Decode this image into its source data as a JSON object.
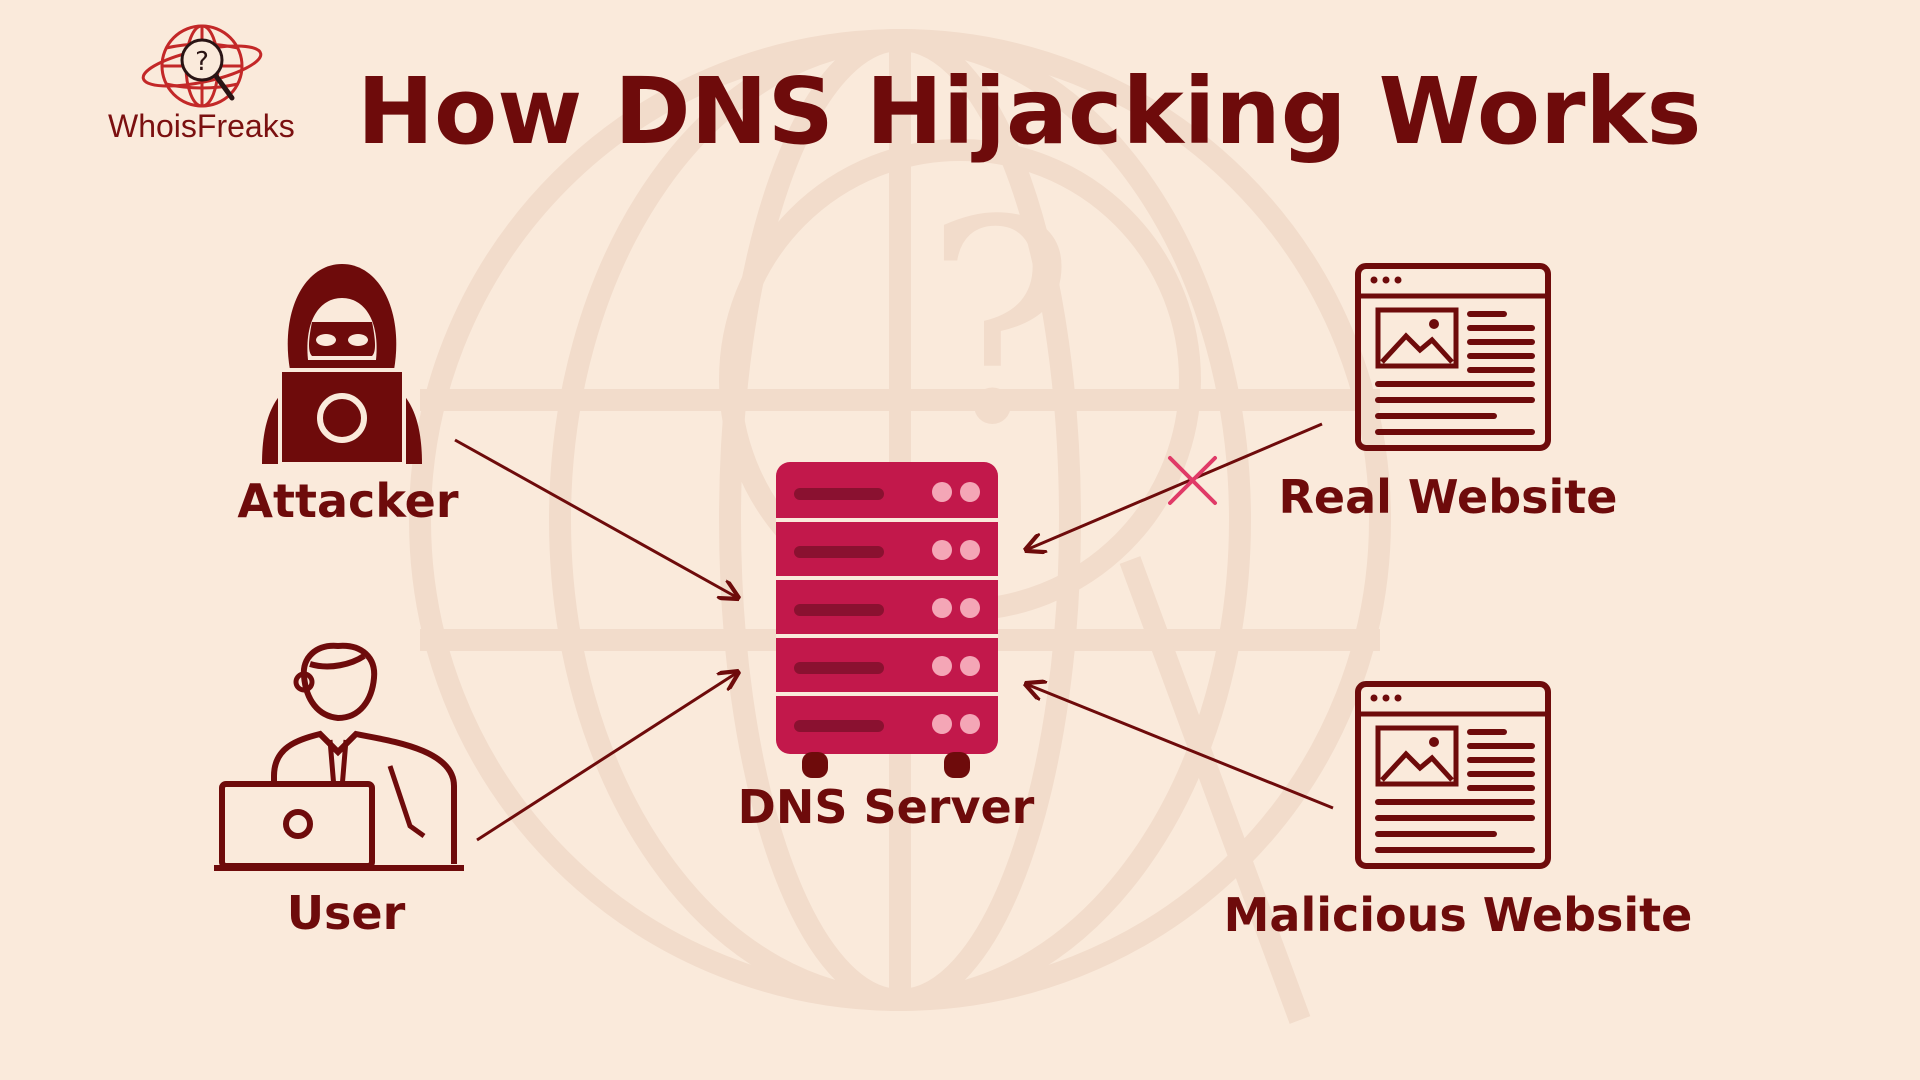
{
  "brand": {
    "name": "WhoisFreaks"
  },
  "title": "How DNS Hijacking Works",
  "nodes": {
    "attacker": "Attacker",
    "user": "User",
    "dns_server": "DNS Server",
    "real_website": "Real Website",
    "malicious_website": "Malicious Website"
  },
  "colors": {
    "background": "#faeadb",
    "primary": "#6e0b0b",
    "server": "#c2184b",
    "accent": "#e03a67"
  },
  "icons": {
    "attacker": "hooded-hacker-laptop-icon",
    "user": "man-laptop-icon",
    "dns_server": "server-rack-icon",
    "real_website": "webpage-icon",
    "malicious_website": "webpage-icon",
    "blocked": "x-mark-icon"
  }
}
